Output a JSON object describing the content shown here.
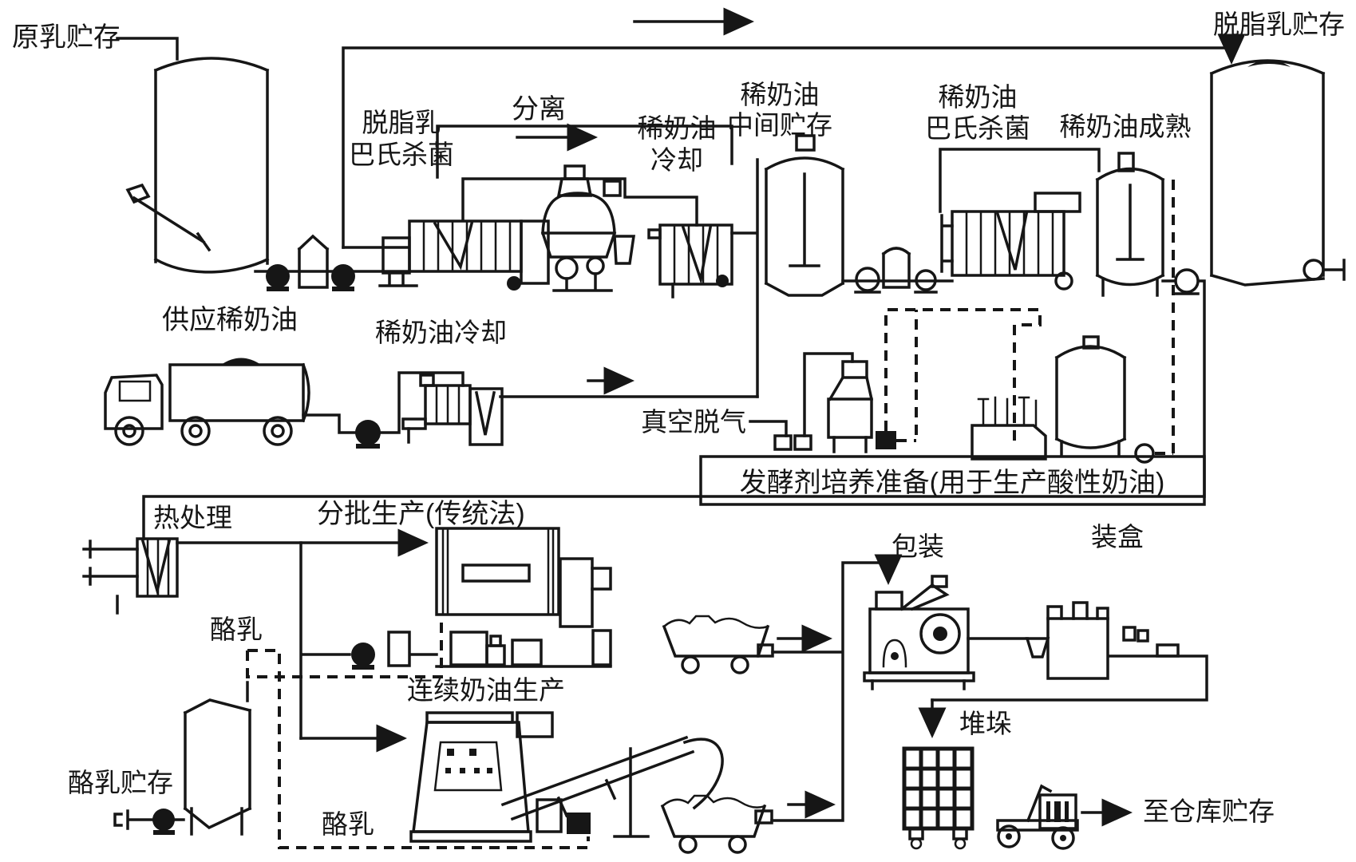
{
  "diagram": {
    "title_implicit": "奶油生产工艺流程图",
    "colors": {
      "ink": "#161616",
      "background": "#ffffff"
    },
    "labels": {
      "raw_milk_storage": "原乳贮存",
      "skim_pasteurization_l1": "脱脂乳",
      "skim_pasteurization_l2": "巴氏杀菌",
      "separation": "分离",
      "cream_cooling_l1": "稀奶油",
      "cream_cooling_l2": "冷却",
      "cream_mid_storage_l1": "稀奶油",
      "cream_mid_storage_l2": "中间贮存",
      "cream_pasteurization_l1": "稀奶油",
      "cream_pasteurization_l2": "巴氏杀菌",
      "cream_ripening": "稀奶油成熟",
      "skim_milk_storage": "脱脂乳贮存",
      "cream_supply": "供应稀奶油",
      "cream_cooling2": "稀奶油冷却",
      "vacuum_deaeration": "真空脱气",
      "starter_culture": "发酵剂培养准备(用于生产酸性奶油)",
      "heat_treatment": "热处理",
      "batch_production": "分批生产(传统法)",
      "buttermilk_1": "酪乳",
      "buttermilk_storage": "酪乳贮存",
      "continuous_production": "连续奶油生产",
      "buttermilk_2": "酪乳",
      "packaging": "包装",
      "cartoning": "装盒",
      "stacking": "堆垛",
      "to_warehouse": "至仓库贮存"
    }
  }
}
